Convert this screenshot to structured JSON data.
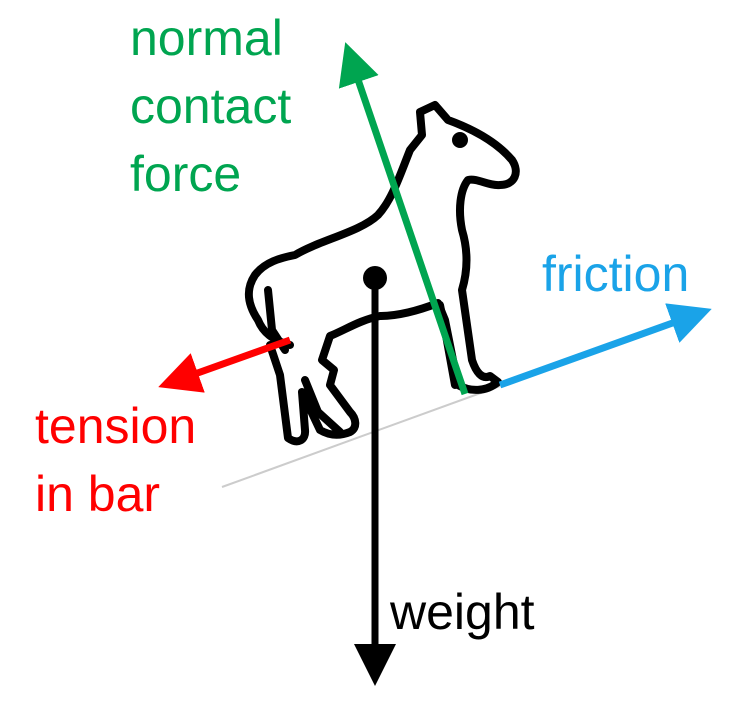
{
  "labels": {
    "normal": [
      "normal",
      "contact",
      "force"
    ],
    "friction": "friction",
    "tension": [
      "tension",
      "in bar"
    ],
    "weight": "weight"
  },
  "colors": {
    "normal": "#00a550",
    "friction": "#1aa3e8",
    "tension": "#ff0000",
    "weight": "#000000",
    "slope": "#cccccc"
  },
  "icons": [
    "horse-icon",
    "center-of-mass-dot"
  ]
}
